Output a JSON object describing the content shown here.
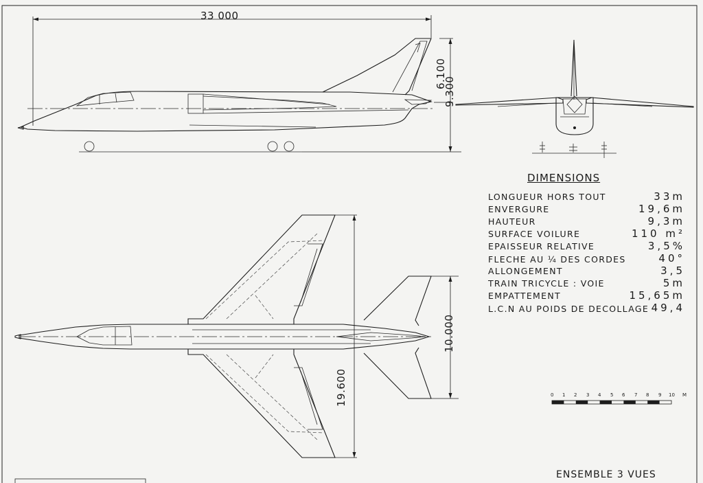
{
  "dimensions_overall": {
    "length": "33 000",
    "tail_height": "6.100",
    "total_height": "9.300",
    "span": "19.600",
    "tailplane_span": "10.000"
  },
  "dimensions_table": {
    "title": "DIMENSIONS",
    "rows": [
      {
        "label": "LONGUEUR HORS TOUT",
        "value": "33m"
      },
      {
        "label": "ENVERGURE",
        "value": "19,6m"
      },
      {
        "label": "HAUTEUR",
        "value": "9,3m"
      },
      {
        "label": "SURFACE VOILURE",
        "value": "110 m²"
      },
      {
        "label": "EPAISSEUR RELATIVE",
        "value": "3,5%"
      },
      {
        "label": "FLECHE AU ¼ DES CORDES",
        "value": "40°"
      },
      {
        "label": "ALLONGEMENT",
        "value": "3,5"
      },
      {
        "label": "TRAIN TRICYCLE : VOIE",
        "value": "5m"
      },
      {
        "label": "EMPATTEMENT",
        "value": "15,65m"
      },
      {
        "label": "L.C.N AU POIDS DE DECOLLAGE",
        "value": "49,4"
      }
    ]
  },
  "scale": {
    "labels": [
      "0",
      "1",
      "2",
      "3",
      "4",
      "5",
      "6",
      "7",
      "8",
      "9",
      "10",
      "M"
    ]
  },
  "footer": {
    "caption": "ENSEMBLE 3 VUES"
  }
}
